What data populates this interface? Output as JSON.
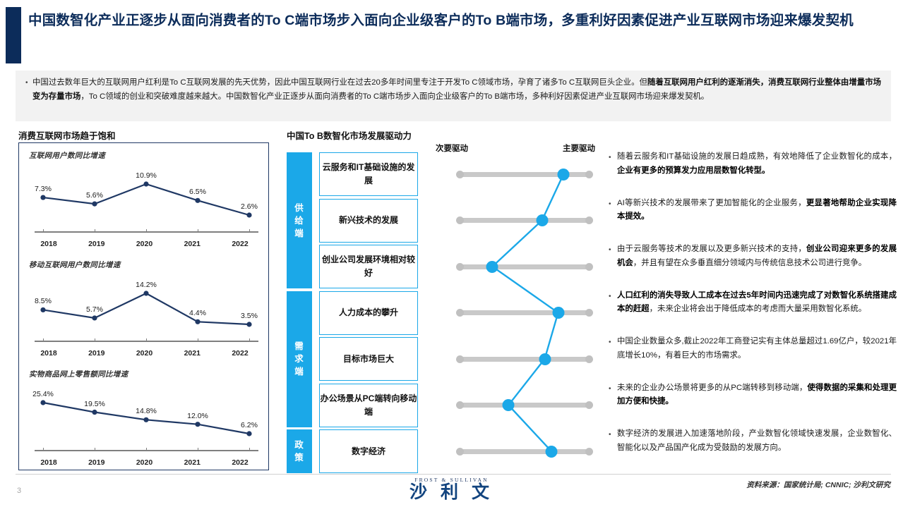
{
  "header": {
    "title": "中国数智化产业正逐步从面向消费者的To C端市场步入面向企业级客户的To B端市场，多重利好因素促进产业互联网市场迎来爆发契机",
    "accent_color": "#0C2C5A"
  },
  "summary": {
    "bullet_glyph": "•",
    "text_part1": "中国过去数年巨大的互联网用户红利是To C互联网发展的先天优势，因此中国互联网行业在过去20多年时间里专注于开发To C领域市场，孕育了诸多To C互联网巨头企业。但",
    "text_bold": "随着互联网用户红利的逐渐消失，消费互联网行业整体由增量市场变为存量市场",
    "text_part2": "，To C领域的创业和突破难度越来越大。中国数智化产业正逐步从面向消费者的To C端市场步入面向企业级客户的To B端市场，多种利好因素促进产业互联网市场迎来爆发契机。"
  },
  "left_panel": {
    "caption": "消费互联网市场趋于饱和",
    "border_color": "#1F3864",
    "line_color": "#1F3864"
  },
  "chart_data": [
    {
      "type": "line",
      "title": "互联网用户数同比增速",
      "categories": [
        "2018",
        "2019",
        "2020",
        "2021",
        "2022"
      ],
      "values": [
        7.3,
        5.6,
        10.9,
        6.5,
        2.6
      ],
      "labels": [
        "7.3%",
        "5.6%",
        "10.9%",
        "6.5%",
        "2.6%"
      ],
      "xlabel": "",
      "ylabel": "",
      "ylim": [
        0,
        13
      ],
      "grid": false,
      "legend": "none"
    },
    {
      "type": "line",
      "title": "移动互联网用户数同比增速",
      "categories": [
        "2018",
        "2019",
        "2020",
        "2021",
        "2022"
      ],
      "values": [
        8.5,
        5.7,
        14.2,
        4.4,
        3.5
      ],
      "labels": [
        "8.5%",
        "5.7%",
        "14.2%",
        "4.4%",
        "3.5%"
      ],
      "xlabel": "",
      "ylabel": "",
      "ylim": [
        0,
        16
      ],
      "grid": false,
      "legend": "none"
    },
    {
      "type": "line",
      "title": "实物商品网上零售额同比增速",
      "categories": [
        "2018",
        "2019",
        "2020",
        "2021",
        "2022"
      ],
      "values": [
        25.4,
        19.5,
        14.8,
        12.0,
        6.2
      ],
      "labels": [
        "25.4%",
        "19.5%",
        "14.8%",
        "12.0%",
        "6.2%"
      ],
      "xlabel": "",
      "ylabel": "",
      "ylim": [
        0,
        28
      ],
      "grid": false,
      "legend": "none"
    }
  ],
  "driver_panel": {
    "caption": "中国To B数智化市场发展驱动力",
    "scale_minor": "次要驱动",
    "scale_major": "主要驱动",
    "accent_color": "#1BA8E8",
    "track_color": "#C9C9C9",
    "categories": [
      {
        "label_chars": [
          "供",
          "给",
          "端"
        ],
        "rows": 3
      },
      {
        "label_chars": [
          "需",
          "求",
          "端"
        ],
        "rows": 3
      },
      {
        "label_chars": [
          "政",
          "策"
        ],
        "rows": 1
      }
    ],
    "rows": [
      {
        "label": "云服务和IT基础设施的发展",
        "strength_pct": 79
      },
      {
        "label": "新兴技术的发展",
        "strength_pct": 63
      },
      {
        "label": "创业公司发展环境相对较好",
        "strength_pct": 26
      },
      {
        "label": "人力成本的攀升",
        "strength_pct": 75
      },
      {
        "label": "目标市场巨大",
        "strength_pct": 65
      },
      {
        "label": "办公场景从PC端转向移动端",
        "strength_pct": 38
      },
      {
        "label": "数字经济",
        "strength_pct": 70
      }
    ]
  },
  "notes": {
    "bullet_glyph": "•",
    "items": [
      {
        "p1": "随着云服务和IT基础设施的发展日趋成熟，有效地降低了企业数智化的成本，",
        "bold": "企业有更多的预算发力应用层数智化转型。",
        "p2": ""
      },
      {
        "p1": "AI等新兴技术的发展带来了更加智能化的企业服务，",
        "bold": "更显著地帮助企业实现降本提效。",
        "p2": ""
      },
      {
        "p1": "由于云服务等技术的发展以及更多新兴技术的支持，",
        "bold": "创业公司迎来更多的发展机会",
        "p2": "，并且有望在众多垂直细分领域内与传统信息技术公司进行竞争。"
      },
      {
        "p1": "",
        "bold": "人口红利的消失导致人工成本在过去5年时间内迅速完成了对数智化系统搭建成本的赶超",
        "p2": "，未来企业将会出于降低成本的考虑而大量采用数智化系统。"
      },
      {
        "p1": "中国企业数量众多,截止2022年工商登记实有主体总量超过1.69亿户，较2021年底增长10%，有着巨大的市场需求。",
        "bold": "",
        "p2": ""
      },
      {
        "p1": "未来的企业办公场景将更多的从PC端转移到移动端，",
        "bold": "使得数据的采集和处理更加方便和快捷。",
        "p2": ""
      },
      {
        "p1": "数字经济的发展进入加速落地阶段，产业数智化领域快速发展，企业数智化、智能化以及产品国产化成为受鼓励的发展方向。",
        "bold": "",
        "p2": ""
      }
    ]
  },
  "footer": {
    "page_number": "3",
    "logo_top": "FROST & SULLIVAN",
    "logo_main": "沙 利 文",
    "source": "资料来源：国家统计局; CNNIC; 沙利文研究"
  }
}
